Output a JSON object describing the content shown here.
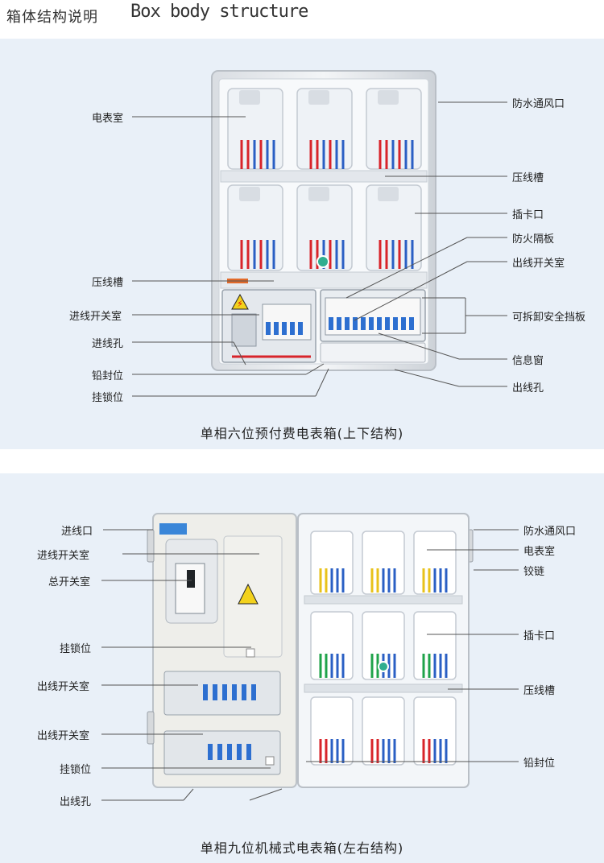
{
  "header": {
    "title_cn": "箱体结构说明",
    "title_en": "Box body structure"
  },
  "figure1": {
    "caption": "单相六位预付费电表箱(上下结构)",
    "labels_left": [
      "电表室",
      "压线槽",
      "进线开关室",
      "进线孔",
      "铅封位",
      "挂锁位"
    ],
    "labels_right": [
      "防水通风口",
      "压线槽",
      "插卡口",
      "防火隔板",
      "出线开关室",
      "可拆卸安全挡板",
      "信息窗",
      "出线孔"
    ]
  },
  "figure2": {
    "caption": "单相九位机械式电表箱(左右结构)",
    "labels_left": [
      "进线口",
      "进线开关室",
      "总开关室",
      "挂锁位",
      "出线开关室",
      "出线开关室",
      "挂锁位",
      "出线孔"
    ],
    "labels_right": [
      "防水通风口",
      "电表室",
      "铰链",
      "插卡口",
      "压线槽",
      "铅封位"
    ]
  },
  "colors": {
    "panel_bg": "#e9f0f8",
    "box_frame": "#c9ced4",
    "wire_red": "#d8242a",
    "wire_blue": "#2a5fc4",
    "wire_yellow": "#e8c21a",
    "wire_green": "#1fa34a"
  },
  "icons": [
    "hazard-warning-icon",
    "qr-seal-icon"
  ]
}
